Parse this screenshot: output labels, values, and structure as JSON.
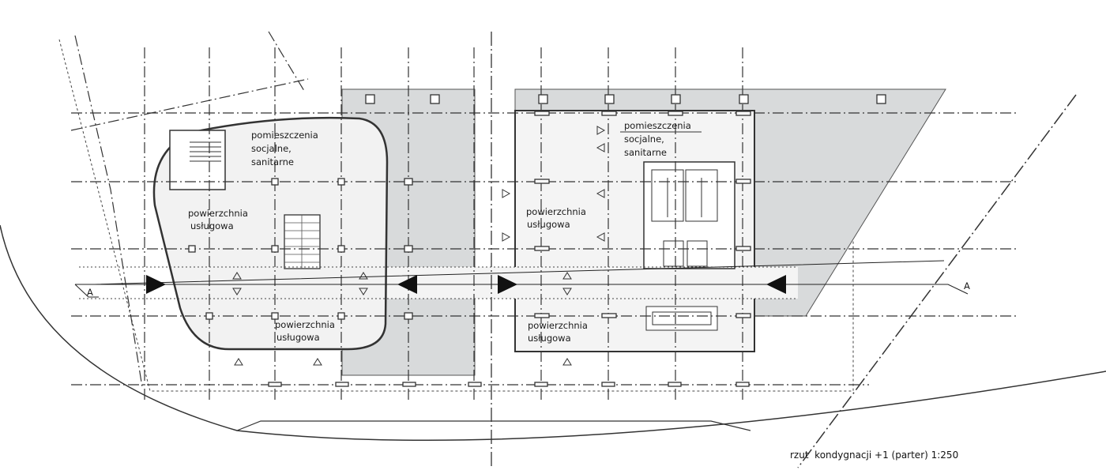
{
  "drawing": {
    "caption": "rzut  kondygnacji +1 (parter) 1:250",
    "section_marker": "A",
    "left_building": {
      "social_room": [
        "pomieszczenia",
        "socjalne,",
        "sanitarne"
      ],
      "service_area_top": [
        "powierzchnia",
        "usługowa"
      ],
      "service_area_bottom": [
        "powierzchnia",
        "usługowa"
      ]
    },
    "right_building": {
      "social_room": [
        "pomieszczenia",
        "socjalne,",
        "sanitarne"
      ],
      "service_area_top": [
        "powierzchnia",
        "usługowa"
      ],
      "service_area_bottom": [
        "powierzchnia",
        "usługowa"
      ]
    },
    "colors": {
      "shade": "#d8dadb",
      "floor": "#f2f2f2",
      "line": "#333333"
    }
  }
}
